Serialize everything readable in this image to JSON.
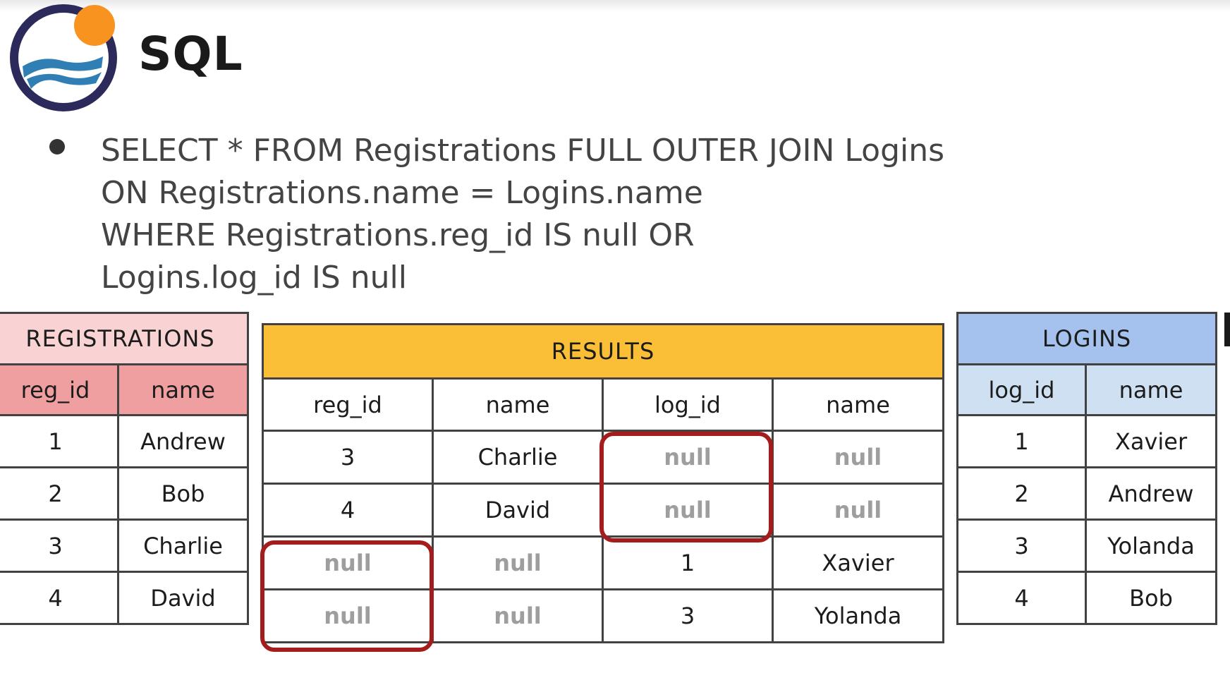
{
  "logo": {
    "text": "SQL",
    "icon": "sql-water-sun-logo-icon"
  },
  "query_lines": [
    "SELECT * FROM Registrations FULL OUTER JOIN Logins",
    "ON Registrations.name = Logins.name",
    "WHERE Registrations.reg_id IS null OR",
    "Logins.log_id IS null"
  ],
  "registrations": {
    "title": "REGISTRATIONS",
    "headers": [
      "reg_id",
      "name"
    ],
    "rows": [
      [
        "1",
        "Andrew"
      ],
      [
        "2",
        "Bob"
      ],
      [
        "3",
        "Charlie"
      ],
      [
        "4",
        "David"
      ]
    ]
  },
  "results": {
    "title": "RESULTS",
    "headers": [
      "reg_id",
      "name",
      "log_id",
      "name"
    ],
    "rows": [
      [
        "3",
        "Charlie",
        "null",
        "null"
      ],
      [
        "4",
        "David",
        "null",
        "null"
      ],
      [
        "null",
        "null",
        "1",
        "Xavier"
      ],
      [
        "null",
        "null",
        "3",
        "Yolanda"
      ]
    ]
  },
  "logins": {
    "title": "LOGINS",
    "headers": [
      "log_id",
      "name"
    ],
    "rows": [
      [
        "1",
        "Xavier"
      ],
      [
        "2",
        "Andrew"
      ],
      [
        "3",
        "Yolanda"
      ],
      [
        "4",
        "Bob"
      ]
    ]
  },
  "colors": {
    "registrations_title": "#f9d3d3",
    "registrations_header": "#ef9f9f",
    "results_title": "#fabf37",
    "logins_title": "#a4c2ed",
    "logins_header": "#cfe0f3",
    "highlight": "#a51c1c",
    "null_text": "#9e9e9e"
  }
}
